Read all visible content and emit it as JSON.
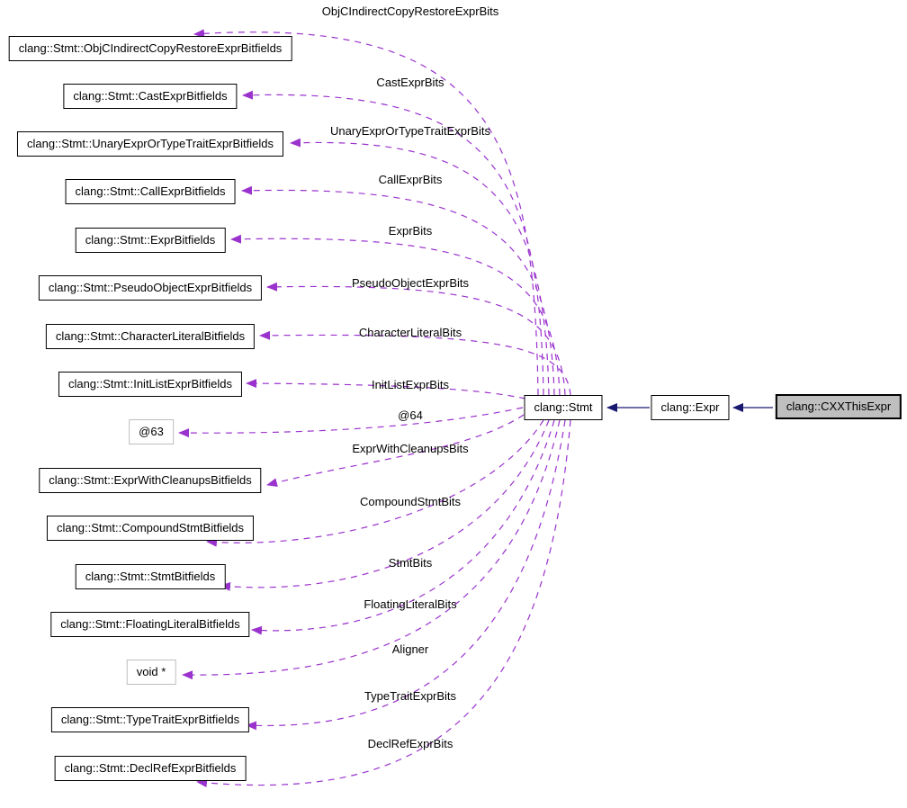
{
  "diagram": {
    "type": "collaboration-graph",
    "colors": {
      "member_edge": "#9a32cd",
      "inheritance_edge": "#191970",
      "node_fill": "#ffffff",
      "current_node_fill": "#bfbfbf",
      "node_border": "#000000",
      "plain_node_border": "#bdbdbd"
    },
    "nodes": [
      {
        "label": "clang::Stmt::ObjCIndirectCopyRestoreExprBitfields"
      },
      {
        "label": "clang::Stmt::CastExprBitfields"
      },
      {
        "label": "clang::Stmt::UnaryExprOrTypeTraitExprBitfields"
      },
      {
        "label": "clang::Stmt::CallExprBitfields"
      },
      {
        "label": "clang::Stmt::ExprBitfields"
      },
      {
        "label": "clang::Stmt::PseudoObjectExprBitfields"
      },
      {
        "label": "clang::Stmt::CharacterLiteralBitfields"
      },
      {
        "label": "clang::Stmt::InitListExprBitfields"
      },
      {
        "label": "@63"
      },
      {
        "label": "clang::Stmt::ExprWithCleanupsBitfields"
      },
      {
        "label": "clang::Stmt::CompoundStmtBitfields"
      },
      {
        "label": "clang::Stmt::StmtBitfields"
      },
      {
        "label": "clang::Stmt::FloatingLiteralBitfields"
      },
      {
        "label": "void *"
      },
      {
        "label": "clang::Stmt::TypeTraitExprBitfields"
      },
      {
        "label": "clang::Stmt::DeclRefExprBitfields"
      },
      {
        "label": "clang::Stmt"
      },
      {
        "label": "clang::Expr"
      },
      {
        "label": "clang::CXXThisExpr"
      }
    ],
    "edge_labels": [
      {
        "label": "ObjCIndirectCopyRestoreExprBits"
      },
      {
        "label": "CastExprBits"
      },
      {
        "label": "UnaryExprOrTypeTraitExprBits"
      },
      {
        "label": "CallExprBits"
      },
      {
        "label": "ExprBits"
      },
      {
        "label": "PseudoObjectExprBits"
      },
      {
        "label": "CharacterLiteralBits"
      },
      {
        "label": "InitListExprBits"
      },
      {
        "label": "@64"
      },
      {
        "label": "ExprWithCleanupsBits"
      },
      {
        "label": "CompoundStmtBits"
      },
      {
        "label": "StmtBits"
      },
      {
        "label": "FloatingLiteralBits"
      },
      {
        "label": "Aligner"
      },
      {
        "label": "TypeTraitExprBits"
      },
      {
        "label": "DeclRefExprBits"
      }
    ],
    "relations": [
      {
        "from": "clang::Stmt",
        "to": "clang::Stmt::ObjCIndirectCopyRestoreExprBitfields",
        "label": "ObjCIndirectCopyRestoreExprBits",
        "style": "dashed-member"
      },
      {
        "from": "clang::Stmt",
        "to": "clang::Stmt::CastExprBitfields",
        "label": "CastExprBits",
        "style": "dashed-member"
      },
      {
        "from": "clang::Stmt",
        "to": "clang::Stmt::UnaryExprOrTypeTraitExprBitfields",
        "label": "UnaryExprOrTypeTraitExprBits",
        "style": "dashed-member"
      },
      {
        "from": "clang::Stmt",
        "to": "clang::Stmt::CallExprBitfields",
        "label": "CallExprBits",
        "style": "dashed-member"
      },
      {
        "from": "clang::Stmt",
        "to": "clang::Stmt::ExprBitfields",
        "label": "ExprBits",
        "style": "dashed-member"
      },
      {
        "from": "clang::Stmt",
        "to": "clang::Stmt::PseudoObjectExprBitfields",
        "label": "PseudoObjectExprBits",
        "style": "dashed-member"
      },
      {
        "from": "clang::Stmt",
        "to": "clang::Stmt::CharacterLiteralBitfields",
        "label": "CharacterLiteralBits",
        "style": "dashed-member"
      },
      {
        "from": "clang::Stmt",
        "to": "clang::Stmt::InitListExprBitfields",
        "label": "InitListExprBits",
        "style": "dashed-member"
      },
      {
        "from": "clang::Stmt",
        "to": "@63",
        "label": "@64",
        "style": "dashed-member"
      },
      {
        "from": "clang::Stmt",
        "to": "clang::Stmt::ExprWithCleanupsBitfields",
        "label": "ExprWithCleanupsBits",
        "style": "dashed-member"
      },
      {
        "from": "clang::Stmt",
        "to": "clang::Stmt::CompoundStmtBitfields",
        "label": "CompoundStmtBits",
        "style": "dashed-member"
      },
      {
        "from": "clang::Stmt",
        "to": "clang::Stmt::StmtBitfields",
        "label": "StmtBits",
        "style": "dashed-member"
      },
      {
        "from": "clang::Stmt",
        "to": "clang::Stmt::FloatingLiteralBitfields",
        "label": "FloatingLiteralBits",
        "style": "dashed-member"
      },
      {
        "from": "clang::Stmt",
        "to": "void *",
        "label": "Aligner",
        "style": "dashed-member"
      },
      {
        "from": "clang::Stmt",
        "to": "clang::Stmt::TypeTraitExprBitfields",
        "label": "TypeTraitExprBits",
        "style": "dashed-member"
      },
      {
        "from": "clang::Stmt",
        "to": "clang::Stmt::DeclRefExprBitfields",
        "label": "DeclRefExprBits",
        "style": "dashed-member"
      },
      {
        "from": "clang::Expr",
        "to": "clang::Stmt",
        "label": "",
        "style": "solid-inheritance"
      },
      {
        "from": "clang::CXXThisExpr",
        "to": "clang::Expr",
        "label": "",
        "style": "solid-inheritance"
      }
    ]
  }
}
